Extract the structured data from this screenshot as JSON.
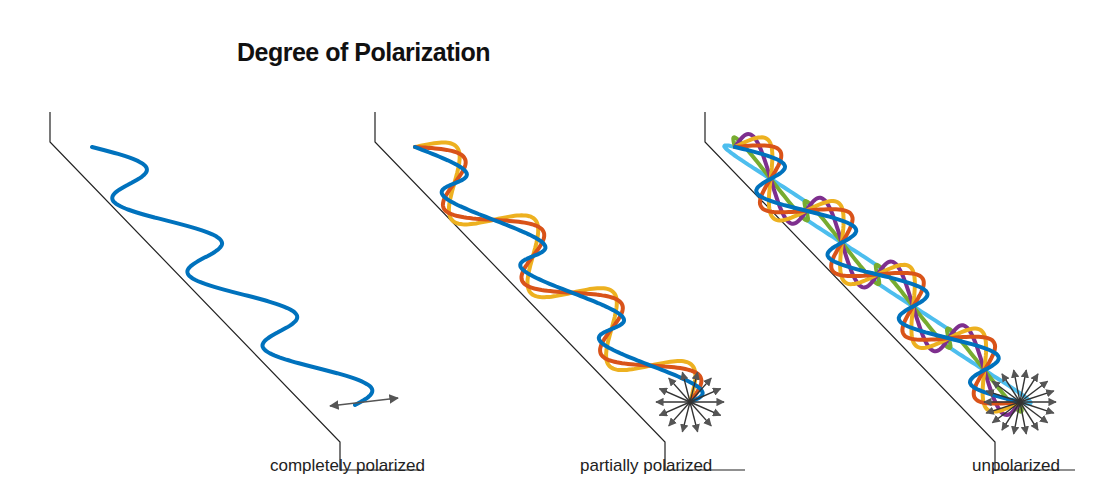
{
  "diagram": {
    "title": "Degree of Polarization",
    "labels": [
      "completely polarized",
      "partially polarized",
      "unpolarized"
    ]
  }
}
